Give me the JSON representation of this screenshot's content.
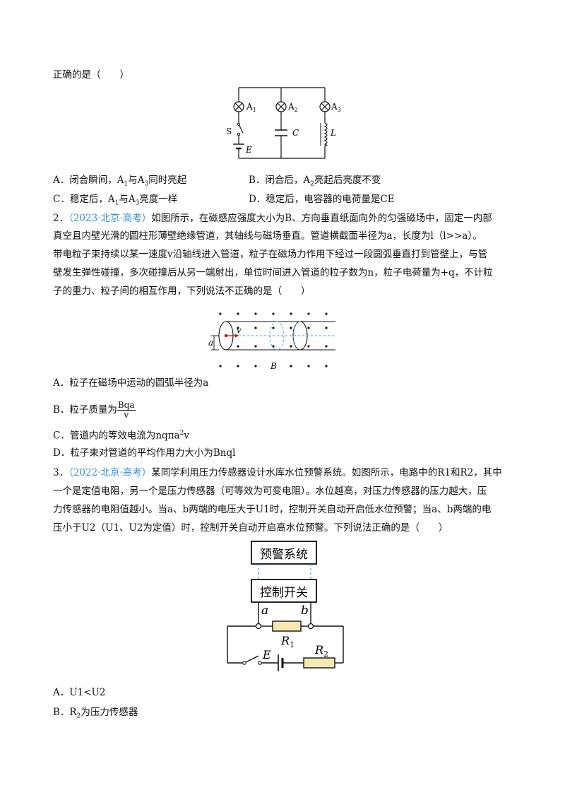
{
  "q1": {
    "tail": "正确的是（　　）",
    "figure": {
      "lamp1": "A",
      "lamp1_sub": "1",
      "lamp2": "A",
      "lamp2_sub": "2",
      "lamp3": "A",
      "lamp3_sub": "3",
      "switch": "S",
      "battery": "E",
      "capacitor": "C",
      "inductor": "L"
    },
    "options": {
      "A": {
        "letter": "A．",
        "pre": "闭合瞬间，A",
        "s1": "1",
        "mid": "与A",
        "s2": "3",
        "post": "同时亮起"
      },
      "B": {
        "letter": "B．",
        "pre": "闭合后，A",
        "s1": "2",
        "post": "亮起后亮度不变"
      },
      "C": {
        "letter": "C．",
        "pre": "稳定后，A",
        "s1": "1",
        "mid": "与A",
        "s2": "3",
        "post": "亮度一样"
      },
      "D": {
        "letter": "D．",
        "text": "稳定后，电容器的电荷量是CE"
      }
    }
  },
  "q2": {
    "number": "2．",
    "source": "（2023·北京·高考）",
    "lines": [
      "如图所示，在磁感应强度大小为B、方向垂直纸面向外的匀强磁场中，固定一内部",
      "真空且内壁光滑的圆柱形薄壁绝缘管道，其轴线与磁场垂直。管道横截面半径为a，长度为l（l>>a）。",
      "带电粒子束持续以某一速度v沿轴线进入管道，粒子在磁场力作用下经过一段圆弧垂直打到管壁上，与管",
      "壁发生弹性碰撞，多次碰撞后从另一端射出，单位时间进入管道的粒子数为n，粒子电荷量为+q，不计粒",
      "子的重力、粒子间的相互作用，下列说法不正确的是（　　）"
    ],
    "figure": {
      "v": "v",
      "a": "a",
      "B": "B"
    },
    "options": {
      "A": {
        "letter": "A．",
        "text": "粒子在磁场中运动的圆弧半径为a"
      },
      "B": {
        "letter": "B．",
        "pre": "粒子质量为",
        "num": "Bqa",
        "den": "v"
      },
      "C": {
        "letter": "C．",
        "pre": "管道内的等效电流为nqπa",
        "sup": "2",
        "post": "v"
      },
      "D": {
        "letter": "D．",
        "text": "粒子束对管道的平均作用力大小为Bnql"
      }
    }
  },
  "q3": {
    "number": "3．",
    "source": "（2022·北京·高考）",
    "lines": [
      "某同学利用压力传感器设计水库水位预警系统。如图所示，电路中的R1和R2，其中",
      "一个是定值电阻，另一个是压力传感器（可等效为可变电阻）。水位越高，对压力传感器的压力越大，压",
      "力传感器的电阻值越小。当a、b两端的电压大于U1时，控制开关自动开启低水位预警；当a、b两端的电",
      "压小于U2（U1、U2为定值）时，控制开关自动开启高水位预警。下列说法正确的是（　　）"
    ],
    "figure": {
      "warning_box": "预警系统",
      "control_box": "控制开关",
      "a": "a",
      "b": "b",
      "R1": "R",
      "R1_sub": "1",
      "R2": "R",
      "R2_sub": "2",
      "E": "E"
    },
    "options": {
      "A": {
        "letter": "A．",
        "text": "U1<U2"
      },
      "B": {
        "letter": "B．",
        "pre": "R",
        "sub": "2",
        "post": "为压力传感器"
      }
    }
  }
}
